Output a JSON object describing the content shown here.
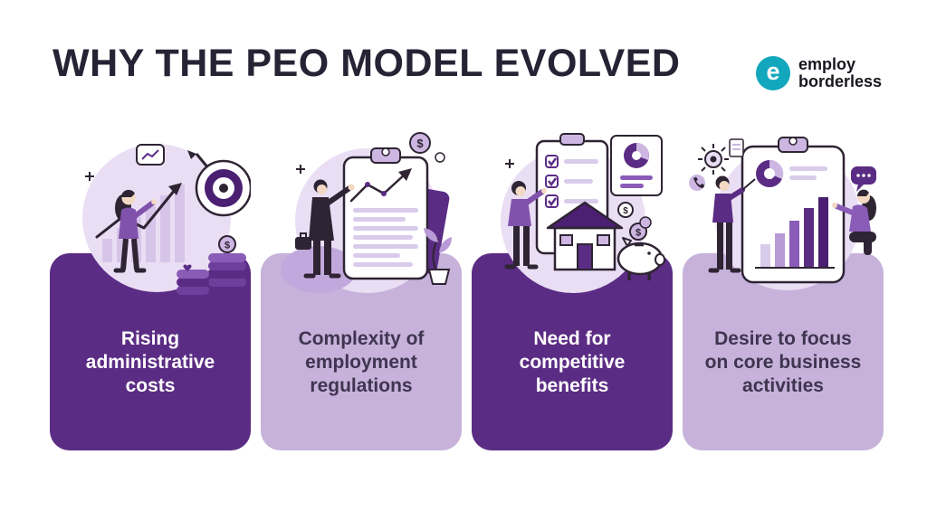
{
  "title": "WHY THE PEO MODEL EVOLVED",
  "logo": {
    "monogram": "e",
    "line1": "employ",
    "line2": "borderless"
  },
  "cards": [
    {
      "theme": "dark",
      "label": "Rising administrative costs",
      "lines": [
        "Rising",
        "administrative",
        "costs"
      ],
      "illustration": "woman pointing at rising bar chart with dartboard target and stacks of coins"
    },
    {
      "theme": "light",
      "label": "Complexity of employment regulations",
      "lines": [
        "Complexity of",
        "employment",
        "regulations"
      ],
      "illustration": "businessman with briefcase pointing at large regulations clipboard with growth line, coin and plant"
    },
    {
      "theme": "dark",
      "label": "Need for competitive benefits",
      "lines": [
        "Need for",
        "competitive",
        "benefits"
      ],
      "illustration": "person beside benefits checklist, house, piggy bank, coins and pie chart report"
    },
    {
      "theme": "light",
      "label": "Desire to focus on core business activities",
      "lines": [
        "Desire to focus",
        "on core business",
        "activities"
      ],
      "illustration": "two people reviewing analytics clipboard with bar chart, gear, phone and chat bubble"
    }
  ],
  "colors": {
    "background": "#ffffff",
    "title_text": "#262335",
    "dark_purple_card": "#5b2c84",
    "light_purple_card": "#c6b2da",
    "dark_card_text": "#ffffff",
    "light_card_text": "#3f3550",
    "illustration_outline": "#2e2433",
    "illustration_accent": "#8152ab",
    "illustration_blob": "#eadef4",
    "logo_teal": "#12a7bd"
  }
}
